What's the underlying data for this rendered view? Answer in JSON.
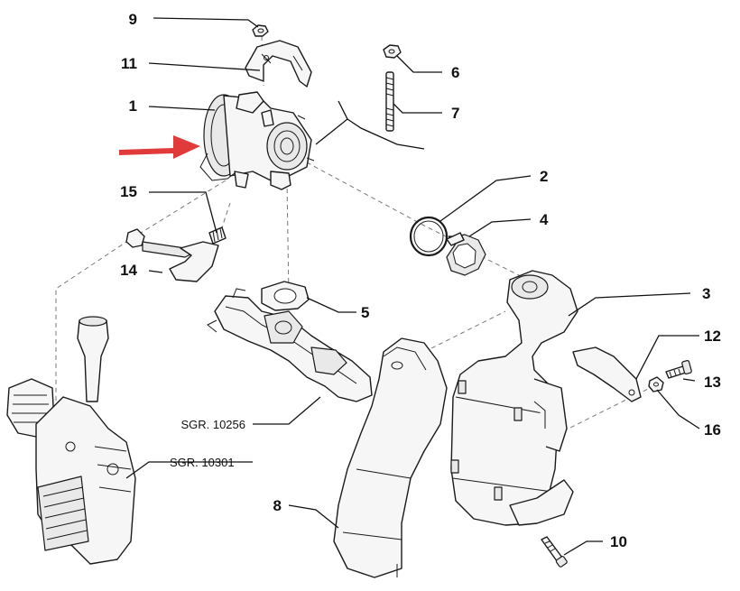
{
  "callouts": [
    {
      "id": "9",
      "text": "9"
    },
    {
      "id": "11",
      "text": "11"
    },
    {
      "id": "1",
      "text": "1"
    },
    {
      "id": "15",
      "text": "15"
    },
    {
      "id": "14",
      "text": "14"
    },
    {
      "id": "6",
      "text": "6"
    },
    {
      "id": "7",
      "text": "7"
    },
    {
      "id": "2",
      "text": "2"
    },
    {
      "id": "4",
      "text": "4"
    },
    {
      "id": "5",
      "text": "5"
    },
    {
      "id": "3",
      "text": "3"
    },
    {
      "id": "12",
      "text": "12"
    },
    {
      "id": "13",
      "text": "13"
    },
    {
      "id": "16",
      "text": "16"
    },
    {
      "id": "8",
      "text": "8"
    },
    {
      "id": "10",
      "text": "10"
    }
  ],
  "references": {
    "manifold": "SGR. 10256",
    "oil_filter": "SGR. 10301"
  },
  "colors": {
    "arrow": "#e03a3a",
    "line": "#111111"
  }
}
